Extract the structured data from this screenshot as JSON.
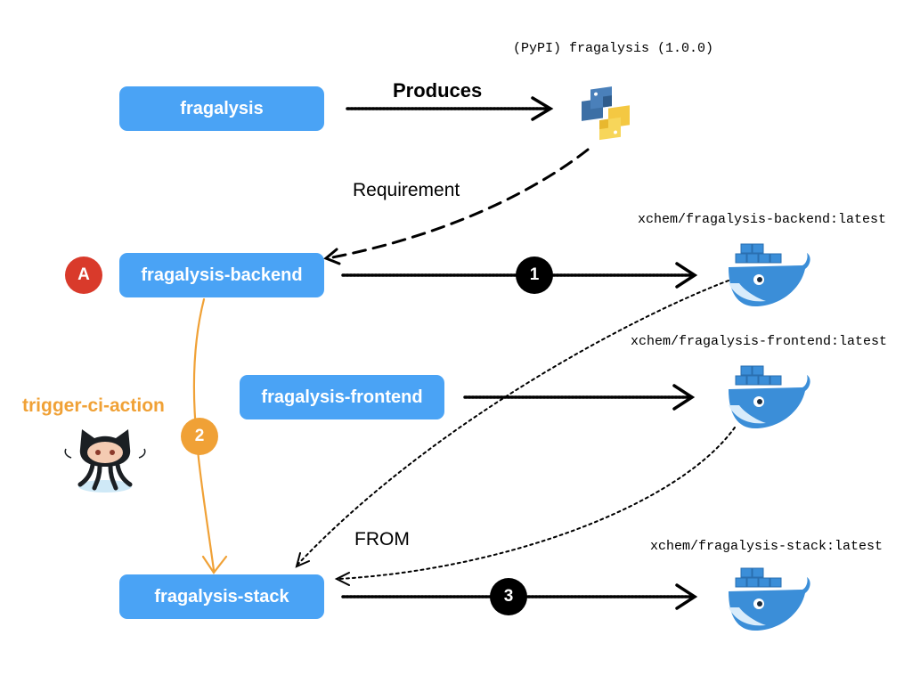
{
  "colors": {
    "box": "#4aa3f5",
    "orange": "#f0a136",
    "red": "#d93a2b",
    "black": "#000000",
    "docker_blue": "#3b8ed8"
  },
  "nodes": {
    "fragalysis": "fragalysis",
    "backend": "fragalysis-backend",
    "frontend": "fragalysis-frontend",
    "stack": "fragalysis-stack"
  },
  "labels": {
    "pypi": "(PyPI) fragalysis (1.0.0)",
    "produces": "Produces",
    "requirement": "Requirement",
    "from": "FROM",
    "trigger": "trigger-ci-action",
    "img_backend": "xchem/fragalysis-backend:latest",
    "img_frontend": "xchem/fragalysis-frontend:latest",
    "img_stack": "xchem/fragalysis-stack:latest"
  },
  "badges": {
    "a": "A",
    "one": "1",
    "two": "2",
    "three": "3"
  },
  "icons": {
    "python": "python-logo-icon",
    "docker": "docker-whale-icon",
    "github": "github-octocat-icon"
  }
}
